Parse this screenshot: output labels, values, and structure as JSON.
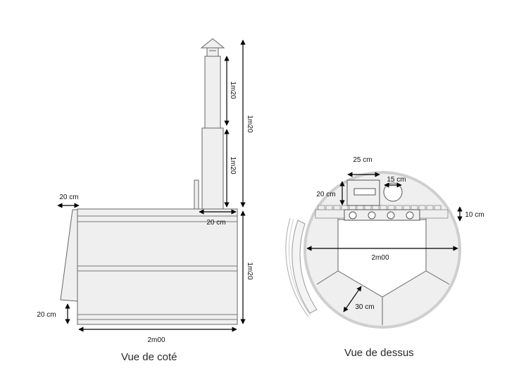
{
  "side_view": {
    "caption": "Vue de coté",
    "dims": {
      "chimney_upper": "1m20",
      "chimney_lower": "1m20",
      "chimney_total": "1m20",
      "base_height": "1m20",
      "top_left_overhang": "20 cm",
      "chimney_offset": "20 cm",
      "bottom_left": "20 cm",
      "width": "2m00"
    }
  },
  "top_view": {
    "caption": "Vue de dessus",
    "dims": {
      "box_width": "25 cm",
      "box_height": "20 cm",
      "flue_diameter": "15 cm",
      "rail_thickness": "10 cm",
      "diameter": "2m00",
      "panel": "30 cm"
    }
  },
  "colors": {
    "fill": "#efefef",
    "stroke": "#555555",
    "arrow": "#000000",
    "ring": "#cfcfcf"
  }
}
